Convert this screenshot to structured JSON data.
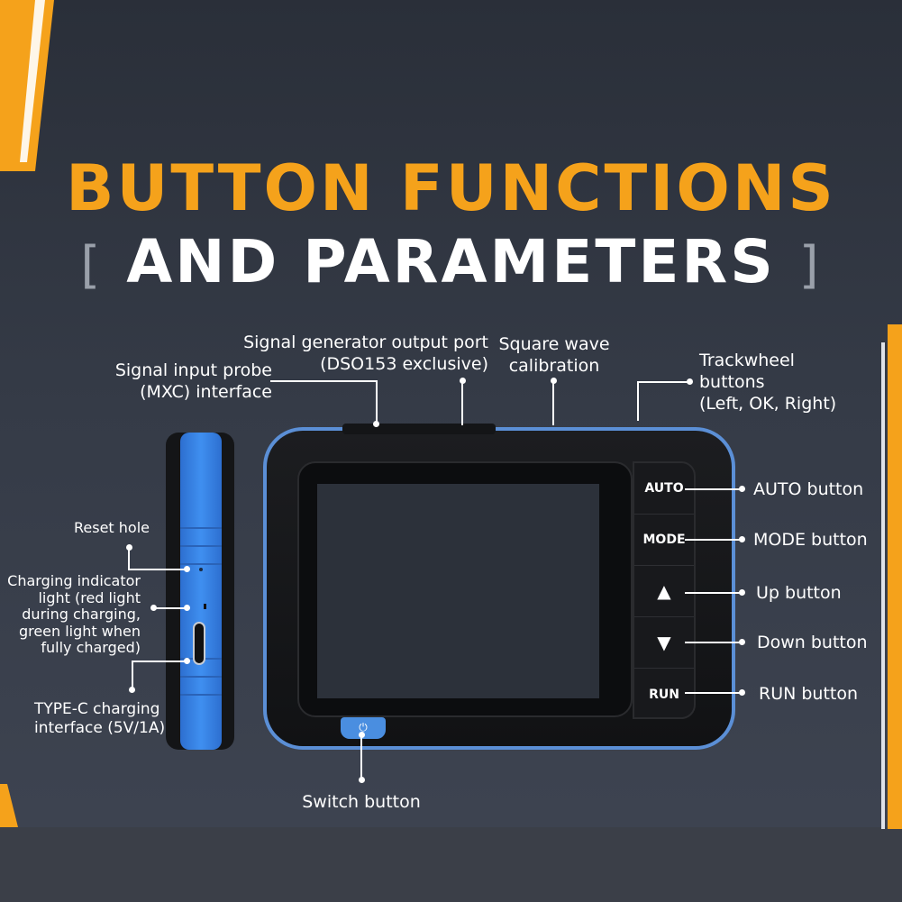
{
  "title": {
    "line1": "BUTTON FUNCTIONS",
    "line2": "AND PARAMETERS",
    "bracket_open": "[",
    "bracket_close": "]"
  },
  "device": {
    "buttons": [
      {
        "label": "AUTO"
      },
      {
        "label": "MODE"
      },
      {
        "icon": "up-triangle-icon",
        "glyph": "▲"
      },
      {
        "icon": "down-triangle-icon",
        "glyph": "▼"
      },
      {
        "label": "RUN"
      }
    ],
    "power_glyph": "⏻"
  },
  "callouts": {
    "probe": {
      "line1": "Signal input probe",
      "line2": "(MXC) interface"
    },
    "generator": {
      "line1": "Signal generator output port",
      "line2": "(DSO153 exclusive)"
    },
    "square": {
      "line1": "Square wave",
      "line2": "calibration"
    },
    "trackwheel": {
      "line1": "Trackwheel",
      "line2": "buttons",
      "line3": "(Left, OK, Right)"
    },
    "auto": "AUTO button",
    "mode": "MODE button",
    "up": "Up button",
    "down": "Down button",
    "run": "RUN button",
    "reset": "Reset hole",
    "charging": {
      "line1": "Charging indicator",
      "line2": "light (red light",
      "line3": "during charging,",
      "line4": "green light when",
      "line5": "fully charged)"
    },
    "typec": {
      "line1": "TYPE-C charging",
      "line2": "interface (5V/1A)"
    },
    "switch": "Switch button"
  },
  "colors": {
    "accent": "#f5a21b",
    "device_blue": "#3f8ff0",
    "background": "#353b47"
  }
}
